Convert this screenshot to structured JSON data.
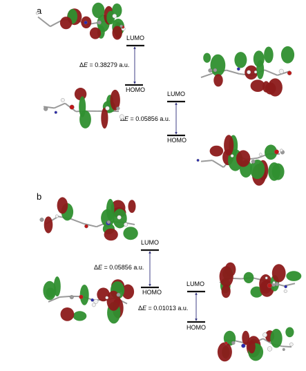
{
  "panels": [
    {
      "label": "a",
      "levels": [
        {
          "lumo": "LUMO",
          "homo": "HOMO",
          "gap_prefix": "Δ",
          "gap_var": "E",
          "gap_value": " = 0.38279 a.u."
        },
        {
          "lumo": "LUMO",
          "homo": "HOMO",
          "gap_prefix": "Δ",
          "gap_var": "E",
          "gap_value": " = 0.05856 a.u."
        }
      ]
    },
    {
      "label": "b",
      "levels": [
        {
          "lumo": "LUMO",
          "homo": "HOMO",
          "gap_prefix": "Δ",
          "gap_var": "E",
          "gap_value": " = 0.05856 a.u."
        },
        {
          "lumo": "LUMO",
          "homo": "HOMO",
          "gap_prefix": "Δ",
          "gap_var": "E",
          "gap_value": " = 0.01013 a.u."
        }
      ]
    }
  ],
  "colors": {
    "lobe_positive": "#2f8f2f",
    "lobe_negative": "#8c1a1a",
    "atom_carbon": "#9a9a9a",
    "atom_nitrogen": "#2b2bb0",
    "atom_oxygen": "#c01818",
    "atom_hydrogen": "#f2f2f2",
    "arrow": "#2a2a78"
  }
}
